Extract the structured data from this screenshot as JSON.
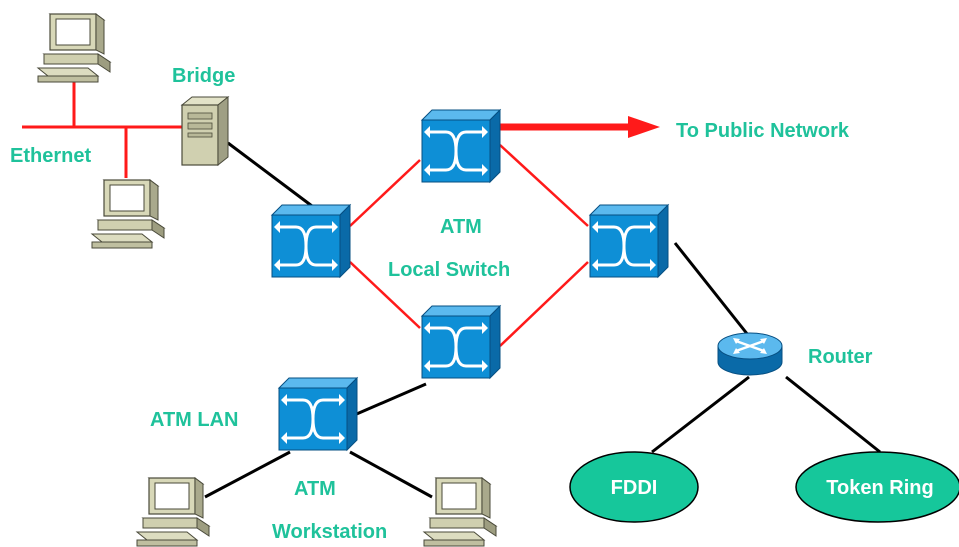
{
  "labels": {
    "bridge": "Bridge",
    "ethernet": "Ethernet",
    "public": "To Public Network",
    "atm_local_1": "ATM",
    "atm_local_2": "Local Switch",
    "router": "Router",
    "atm_lan": "ATM LAN",
    "atm_ws_1": "ATM",
    "atm_ws_2": "Workstation",
    "fddi": "FDDI",
    "token_ring": "Token Ring"
  },
  "colors": {
    "label_text": "#1fc29b",
    "red_link": "#ff1a1a",
    "black_link": "#000000",
    "switch_face": "#0e8fd6",
    "ellipse_fill": "#16c79b"
  },
  "icons": {
    "switch": "atm-switch-icon",
    "router": "router-icon",
    "workstation": "workstation-icon",
    "server": "bridge-server-icon"
  }
}
